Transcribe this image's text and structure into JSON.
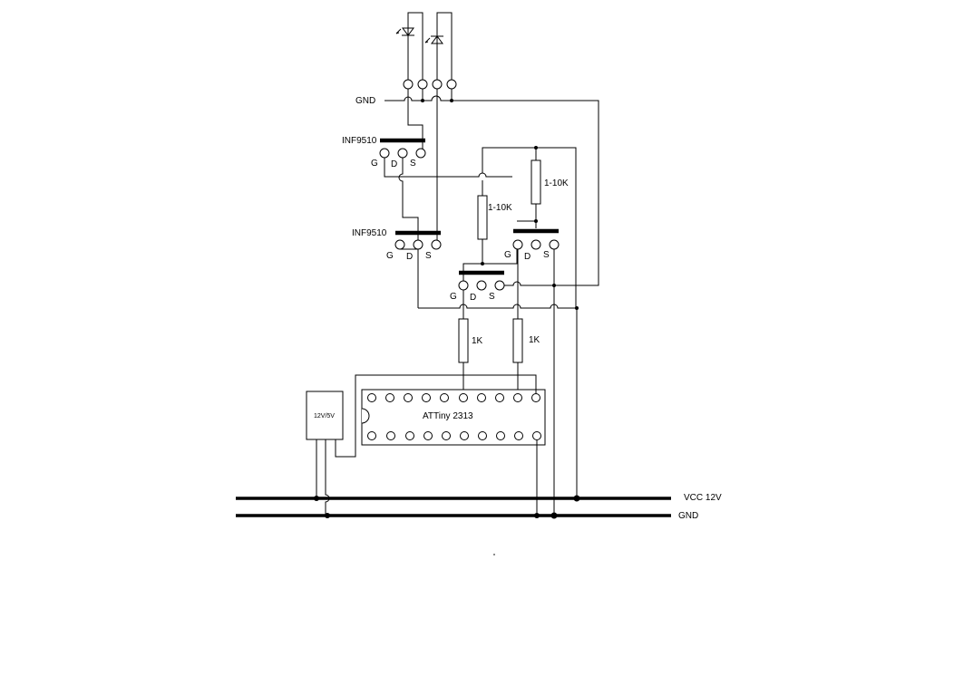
{
  "labels": {
    "gnd_top": "GND",
    "mosfet1": "INF9510",
    "mosfet2": "INF9510",
    "pin_g": "G",
    "pin_d": "D",
    "pin_s": "S",
    "res_10k_a": "1-10K",
    "res_10k_b": "1-10K",
    "res_1k_a": "1K",
    "res_1k_b": "1K",
    "mcu": "ATTiny 2313",
    "regulator": "12V/5V",
    "vcc": "VCC 12V",
    "gnd_bus": "GND"
  }
}
